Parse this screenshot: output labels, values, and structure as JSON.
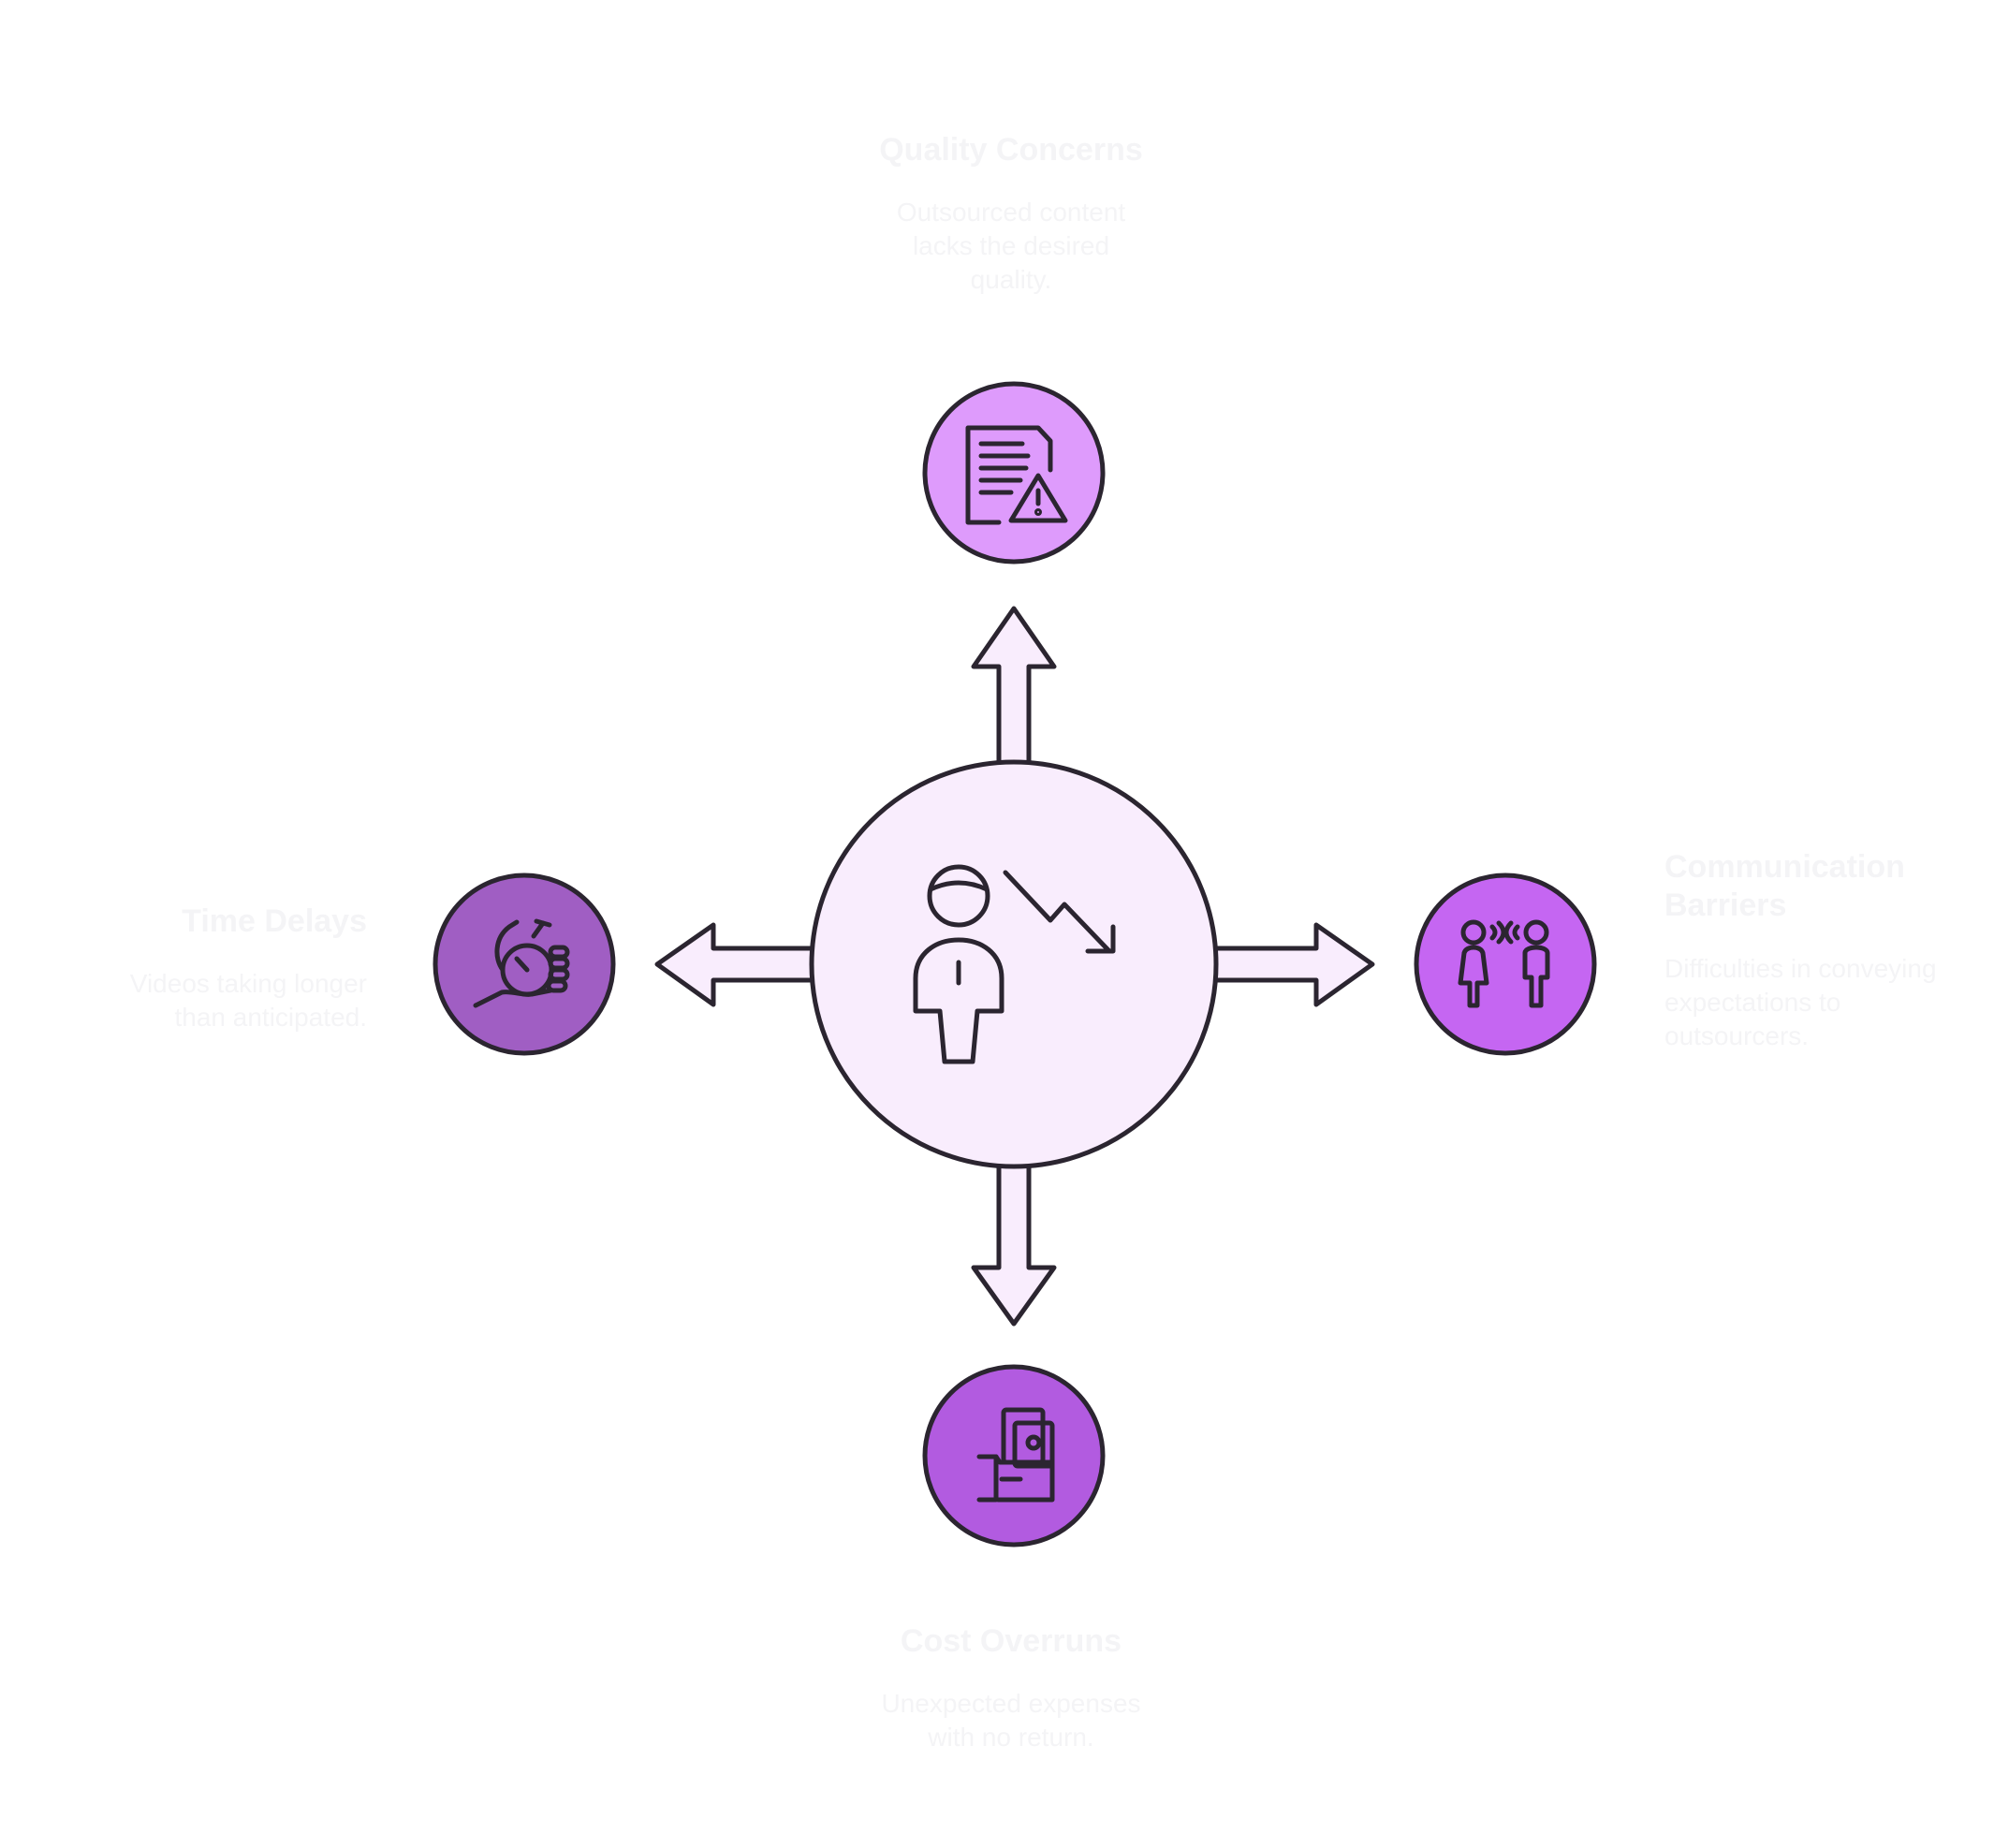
{
  "colors": {
    "stroke": "#2b2530",
    "center_fill": "#f9edfd",
    "quality_fill": "#de9bfc",
    "time_fill": "#a05ec3",
    "communication_fill": "#c566f2",
    "cost_fill": "#b25be0",
    "label_text": "#f4f4f6"
  },
  "center": {
    "icon": "person-declining-trend-icon"
  },
  "nodes": [
    {
      "id": "quality",
      "direction": "top",
      "icon": "document-warning-icon",
      "title": "Quality Concerns",
      "description": "Outsourced content lacks the desired quality."
    },
    {
      "id": "communication",
      "direction": "right",
      "icon": "two-people-talking-icon",
      "title": "Communication Barriers",
      "description": "Difficulties in conveying expectations to outsourcers."
    },
    {
      "id": "cost",
      "direction": "bottom",
      "icon": "hand-with-money-icon",
      "title": "Cost Overruns",
      "description": "Unexpected expenses with no return."
    },
    {
      "id": "time",
      "direction": "left",
      "icon": "hand-stopwatch-icon",
      "title": "Time Delays",
      "description": "Videos taking longer than anticipated."
    }
  ]
}
